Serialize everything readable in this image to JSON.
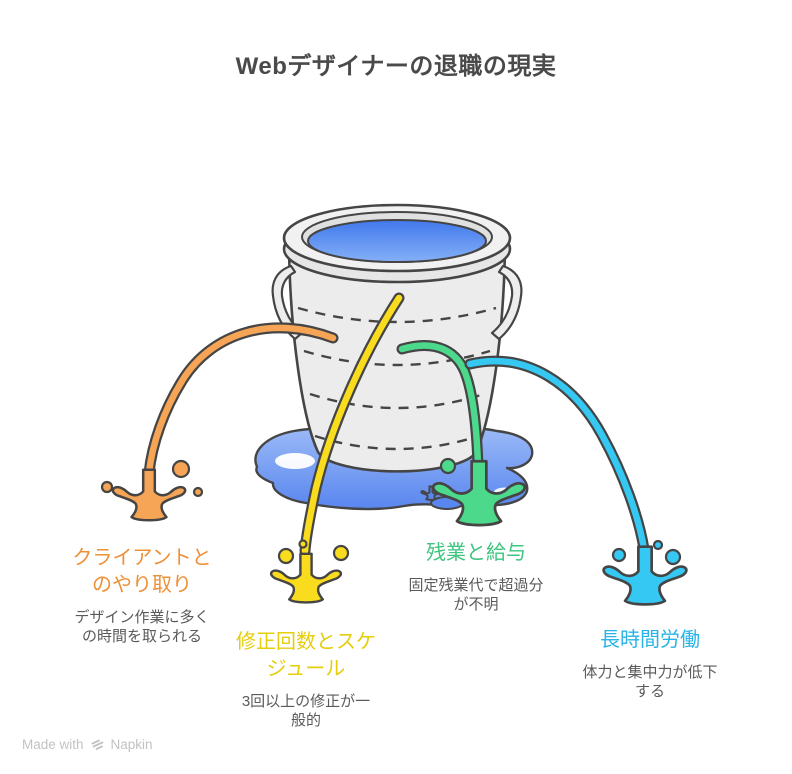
{
  "title": "Webデザイナーの退職の現実",
  "illustration": {
    "name": "leaking-bucket",
    "outline": "#454545",
    "bucket_fill": "#ECECEC",
    "water_top": "#4178EC",
    "water_bottom": "#85B0F7",
    "puddle_top": "#9AB9F7",
    "puddle_bottom": "#5986EF",
    "highlight": "#FFFFFF"
  },
  "items": [
    {
      "id": "client-communication",
      "label": "クライアントと\nのやり取り",
      "description": "デザイン作業に多く\nの時間を取られる",
      "label_color": "#ED9038",
      "stream_color": "#F6A455"
    },
    {
      "id": "revisions-and-schedule",
      "label": "修正回数とスケ\nジュール",
      "description": "3回以上の修正が一\n般的",
      "label_color": "#E5CE0C",
      "stream_color": "#F9DC1E"
    },
    {
      "id": "overtime-and-salary",
      "label": "残業と給与",
      "description": "固定残業代で超過分\nが不明",
      "label_color": "#3FC580",
      "stream_color": "#4CD98C"
    },
    {
      "id": "long-working-hours",
      "label": "長時間労働",
      "description": "体力と集中力が低下\nする",
      "label_color": "#29B3E6",
      "stream_color": "#35C8F3"
    }
  ],
  "footer": {
    "made_with": "Made with",
    "brand": "Napkin"
  }
}
